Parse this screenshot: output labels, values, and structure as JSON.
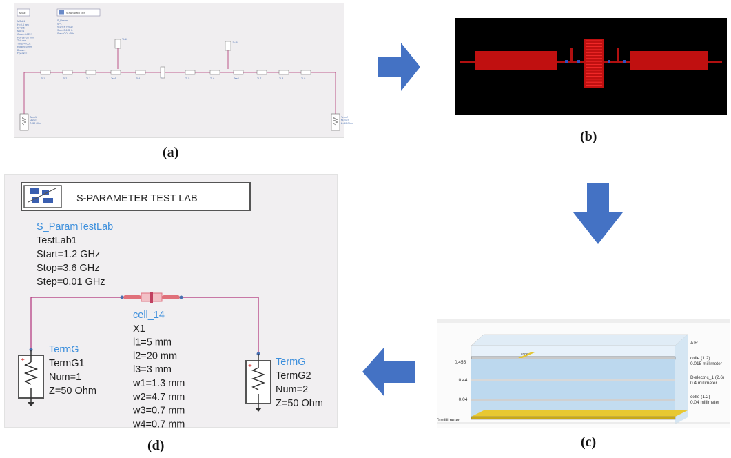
{
  "captions": {
    "a": "(a)",
    "b": "(b)",
    "c": "(c)",
    "d": "(d)"
  },
  "panel_a": {
    "msub_label": "MSub",
    "sparam_label": "S-PARAMETERS",
    "msub_name": "MSub1",
    "sp_name": "S_Param",
    "sp_lines": [
      "SP1",
      "Start=1.2 GHz",
      "Stop=3.6 GHz",
      "Step=0.01 GHz"
    ],
    "msub_lines": [
      "H=0.4 mm",
      "Er=2.6",
      "Mur=1",
      "Cond=5.8E+7",
      "Hu=1e+33 mm",
      "T=0 mm",
      "TanD=0.002",
      "Rough=0 mm",
      "Bbase=",
      "Dpeaks="
    ],
    "term_left": [
      "Term1",
      "Num=1",
      "Z=50 Ohm"
    ],
    "term_right": [
      "Term2",
      "Num=2",
      "Z=50 Ohm"
    ],
    "lines": [
      "TL1",
      "TL2",
      "TL3",
      "Tee1",
      "TL4",
      "C1",
      "TL5",
      "TL6",
      "Tee2",
      "TL7",
      "TL8",
      "TL9"
    ],
    "stubs": [
      "TL10",
      "TL11"
    ]
  },
  "panel_c": {
    "layers": [
      {
        "left": "",
        "right": "AIR"
      },
      {
        "left": "0.455",
        "right": "colle (1.2)\n0.015 millimeter"
      },
      {
        "left": "0.44",
        "right": "Dielectric_1 (2.6)\n0.4 millimeter"
      },
      {
        "left": "0.04",
        "right": "colle (1.2)\n0.04 millimeter"
      },
      {
        "left": "0 millimeter",
        "right": ""
      }
    ],
    "cond_label": "cond"
  },
  "panel_d": {
    "header_title": "S-PARAMETER TEST LAB",
    "testlab_lines": [
      "S_ParamTestLab",
      "TestLab1",
      "Start=1.2 GHz",
      "Stop=3.6 GHz",
      "Step=0.01 GHz"
    ],
    "cell_lines": [
      "cell_14",
      "X1",
      "l1=5 mm",
      "l2=20 mm",
      "l3=3 mm",
      "w1=1.3 mm",
      "w2=4.7 mm",
      "w3=0.7 mm",
      "w4=0.7 mm"
    ],
    "term1_lines": [
      "TermG",
      "TermG1",
      "Num=1",
      "Z=50 Ohm"
    ],
    "term2_lines": [
      "TermG",
      "TermG2",
      "Num=2",
      "Z=50 Ohm"
    ]
  }
}
